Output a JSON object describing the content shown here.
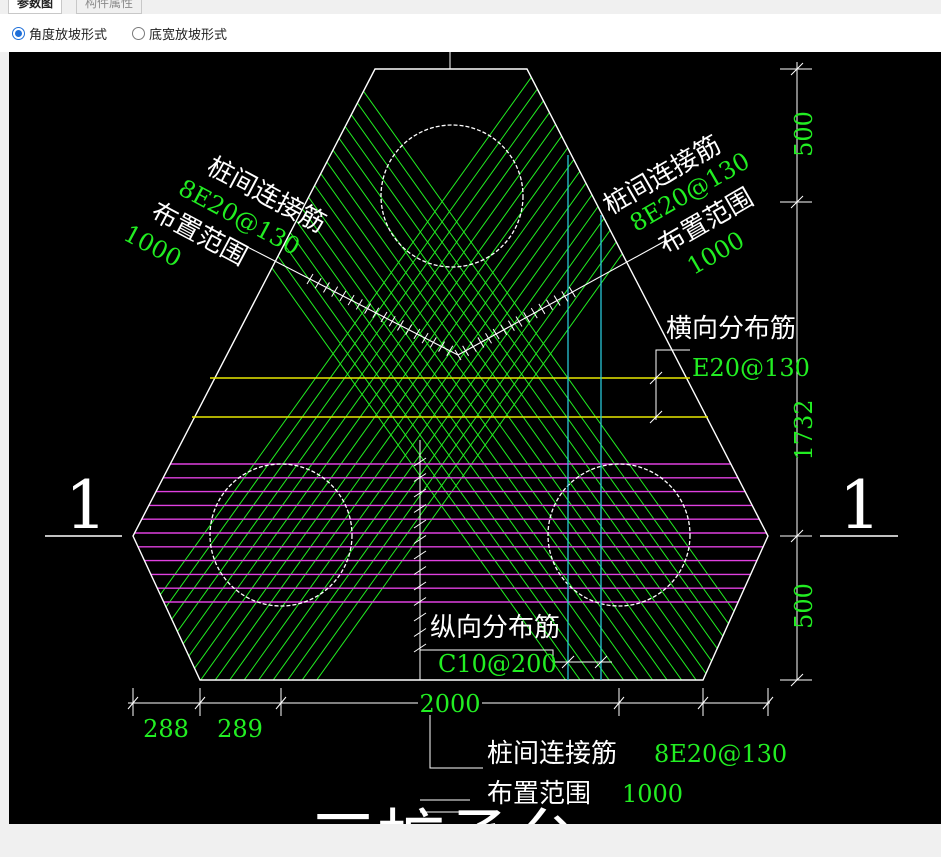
{
  "tabs": [
    {
      "label": "参数图",
      "active": true
    },
    {
      "label": "构件属性",
      "active": false
    }
  ],
  "slope_options": [
    {
      "label": "角度放坡形式",
      "selected": true
    },
    {
      "label": "底宽放坡形式",
      "selected": false
    }
  ],
  "drawing": {
    "section_mark": "1",
    "left_callout": {
      "title": "桩间连接筋",
      "spec": "8E20@130",
      "range_label": "布置范围",
      "range_value": "1000"
    },
    "right_callout": {
      "title": "桩间连接筋",
      "spec": "8E20@130",
      "range_label": "布置范围",
      "range_value": "1000"
    },
    "transverse": {
      "title": "横向分布筋",
      "spec": "E20@130"
    },
    "longitudinal": {
      "title": "纵向分布筋",
      "spec": "C10@200"
    },
    "bottom_callout": {
      "title": "桩间连接筋",
      "spec": "8E20@130",
      "range_label": "布置范围",
      "range_value": "1000"
    },
    "dims_right": [
      "500",
      "1732",
      "500"
    ],
    "dims_bottom": [
      "288",
      "289",
      "2000"
    ],
    "title": "三桩承台",
    "colors": {
      "outline": "#ffffff",
      "rebar": "#22ee22",
      "transverse": "#e8e800",
      "longitudinal": "#e040e0",
      "cyan": "#29c6d6",
      "dim_text": "#22ee22"
    }
  }
}
